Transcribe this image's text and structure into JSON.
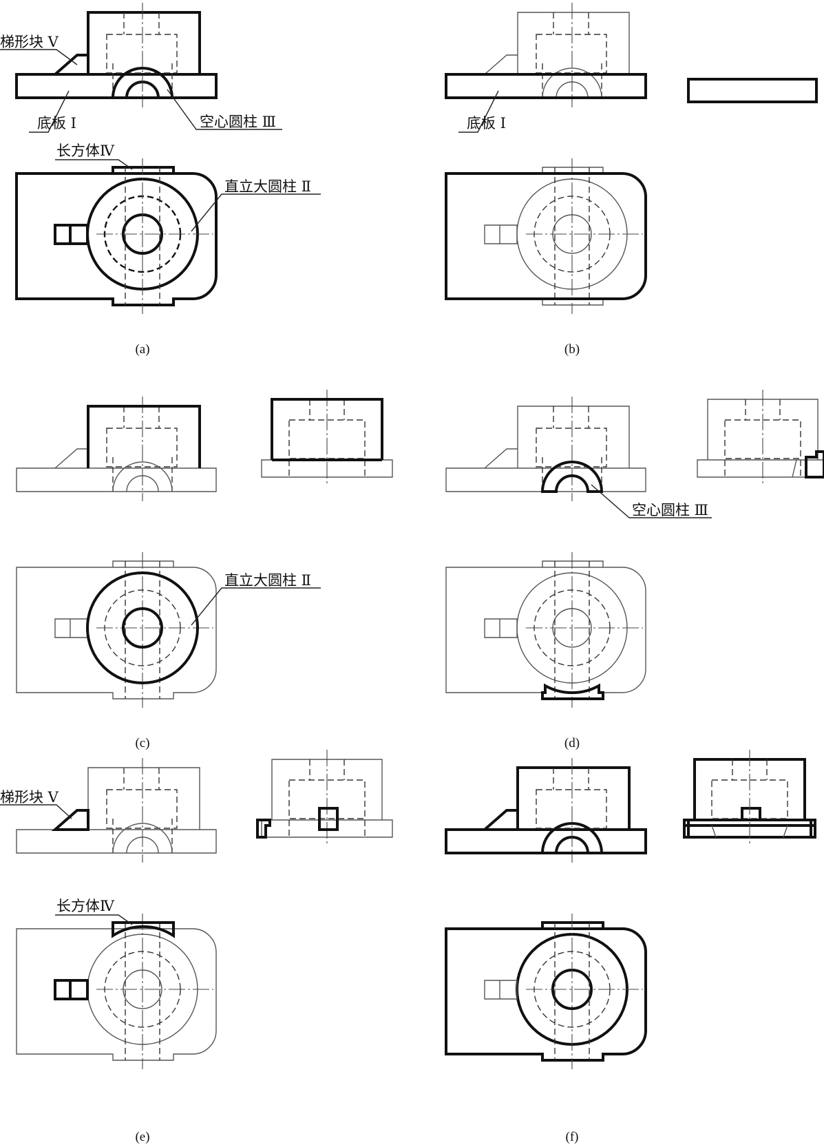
{
  "labels": {
    "trapezoid_block": "梯形块 V",
    "base_plate": "底板 I",
    "hollow_cylinder": "空心圆柱 Ⅲ",
    "cuboid": "长方体Ⅳ",
    "upright_large_cylinder": "直立大圆柱 Ⅱ"
  },
  "captions": {
    "a": "(a)",
    "b": "(b)",
    "c": "(c)",
    "d": "(d)",
    "e": "(e)",
    "f": "(f)"
  }
}
